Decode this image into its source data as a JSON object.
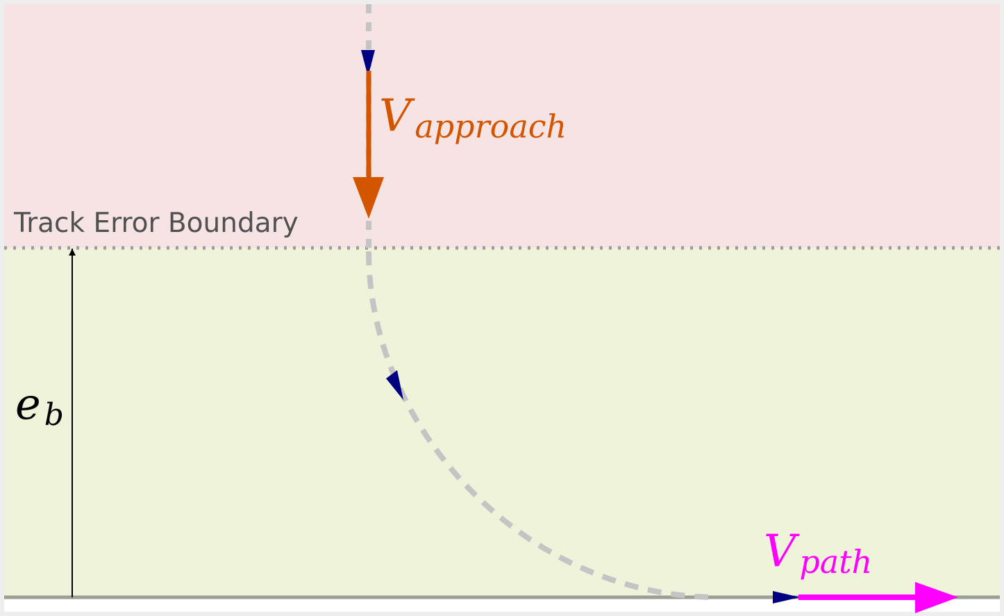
{
  "diagram": {
    "boundary_label": "Track Error Boundary",
    "eb": {
      "main": "e",
      "sub": "b"
    },
    "v_approach": {
      "main": "V",
      "sub": "approach"
    },
    "v_path": {
      "main": "V",
      "sub": "path"
    }
  },
  "colors": {
    "outer_region": "#f6e4e4",
    "inner_region": "#eef3da",
    "frame": "#eeeeee",
    "boundary_line": "#9c9c9c",
    "trajectory": "#c4c4c4",
    "path_line": "#9aa096",
    "approach_vector": "#d45500",
    "path_vector": "#ff00ff",
    "direction_marker": "#000080",
    "boundary_text": "#505050",
    "eb_arrow": "#000000"
  }
}
